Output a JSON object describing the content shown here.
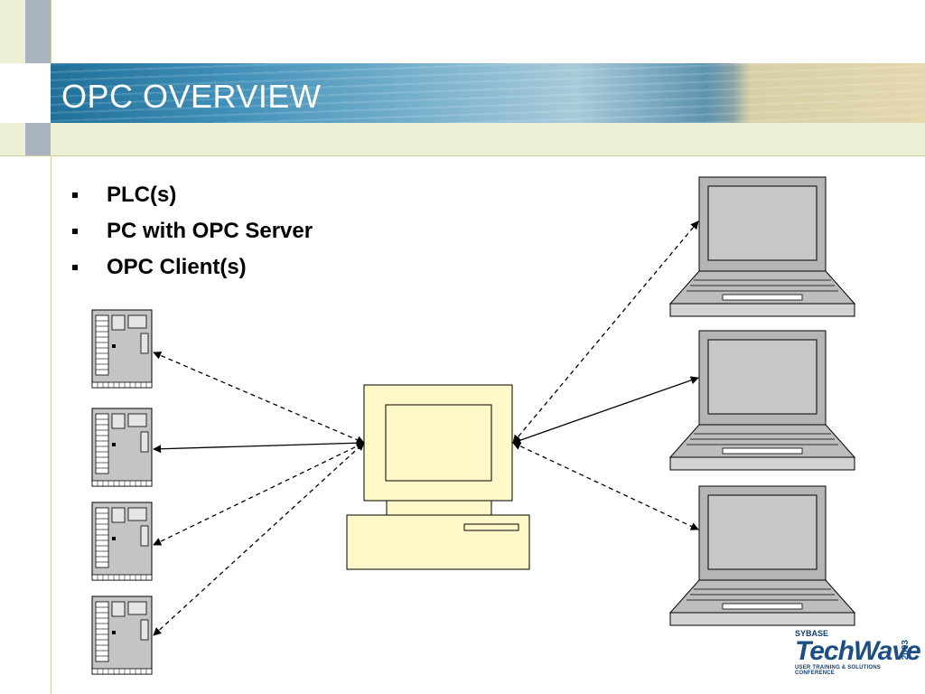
{
  "slide": {
    "title": "OPC OVERVIEW",
    "bullets": [
      "PLC(s)",
      "PC with OPC Server",
      "OPC Client(s)"
    ]
  },
  "logo": {
    "company": "SYBASE",
    "brand": "TechWave",
    "year": "2003",
    "tagline": "USER TRAINING & SOLUTIONS CONFERENCE"
  },
  "colors": {
    "header_blue": "#1f6f9a",
    "monitor_fill": "#fff9c9",
    "laptop_fill": "#b5b5b5",
    "plc_fill": "#c4c4c4"
  }
}
